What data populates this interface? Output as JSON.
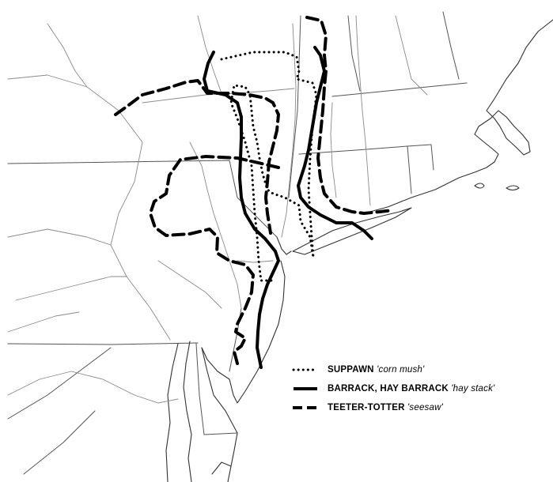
{
  "map": {
    "colors": {
      "background": "#ffffff",
      "boundaries": "#555555",
      "rivers": "#8a8a8a",
      "isoglosses": "#000000"
    }
  },
  "legend": {
    "items": [
      {
        "line_style": "dotted",
        "term": "SUPPAWN",
        "gloss": "'corn mush'"
      },
      {
        "line_style": "solid",
        "term": "BARRACK, HAY BARRACK",
        "gloss": "'hay stack'"
      },
      {
        "line_style": "dashed",
        "term": "TEETER-TOTTER",
        "gloss": "'seesaw'"
      }
    ]
  }
}
